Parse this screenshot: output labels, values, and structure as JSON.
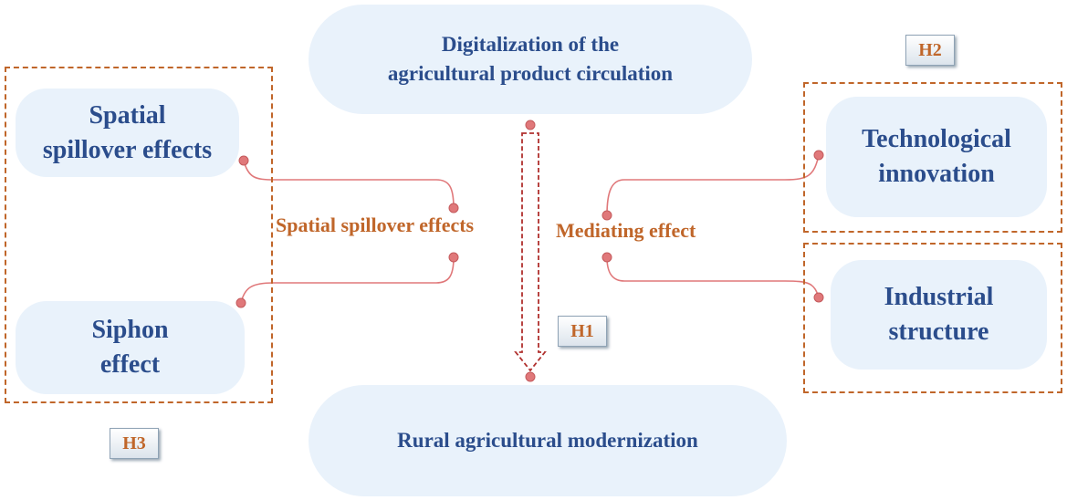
{
  "nodes": {
    "top_line1": "Digitalization of the",
    "top_line2": "agricultural product circulation",
    "bottom": "Rural agricultural modernization",
    "spatial_line1": "Spatial",
    "spatial_line2": "spillover effects",
    "siphon_line1": "Siphon",
    "siphon_line2": "effect",
    "tech_line1": "Technological",
    "tech_line2": "innovation",
    "industrial_line1": "Industrial",
    "industrial_line2": "structure"
  },
  "labels": {
    "spatial_effects": "Spatial spillover effects",
    "mediating": "Mediating effect"
  },
  "hypotheses": {
    "h1": "H1",
    "h2": "H2",
    "h3": "H3"
  },
  "colors": {
    "node_fill": "#e9f2fb",
    "node_text": "#2b4d8c",
    "accent": "#c0662a",
    "connector": "#e0787a"
  }
}
